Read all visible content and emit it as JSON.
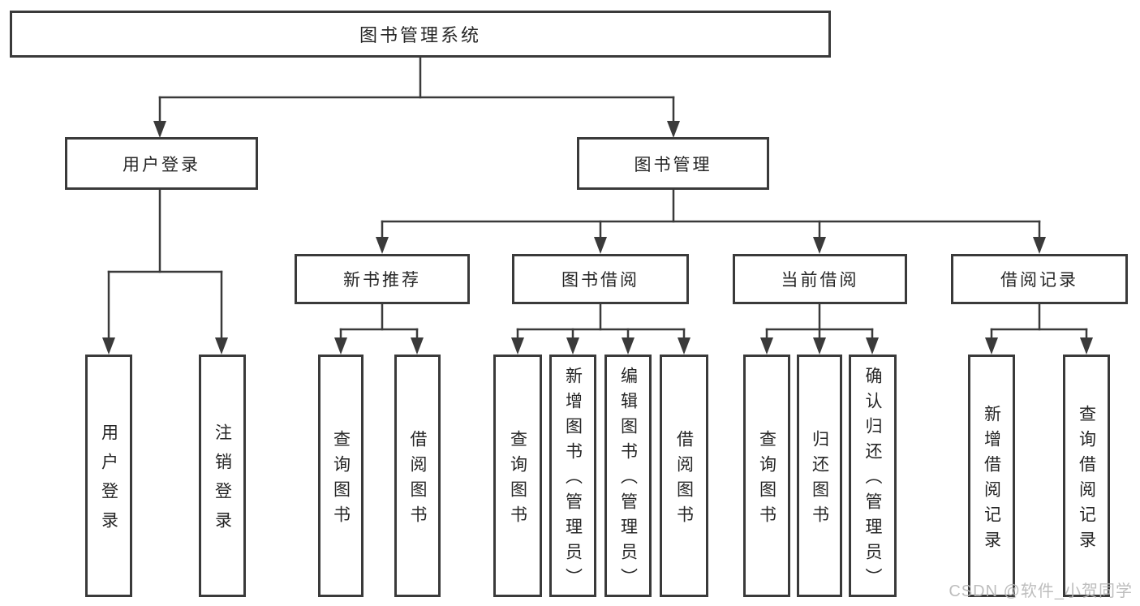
{
  "tree": {
    "root": {
      "label": "图书管理系统"
    },
    "level2": [
      {
        "label": "用户登录",
        "children": [
          {
            "label": "用户登录"
          },
          {
            "label": "注销登录"
          }
        ]
      },
      {
        "label": "图书管理",
        "children": [
          {
            "label": "新书推荐",
            "children": [
              {
                "label": "查询图书"
              },
              {
                "label": "借阅图书"
              }
            ]
          },
          {
            "label": "图书借阅",
            "children": [
              {
                "label": "查询图书"
              },
              {
                "label": "新增图书（管理员）"
              },
              {
                "label": "编辑图书（管理员）"
              },
              {
                "label": "借阅图书"
              }
            ]
          },
          {
            "label": "当前借阅",
            "children": [
              {
                "label": "查询图书"
              },
              {
                "label": "归还图书"
              },
              {
                "label": "确认归还（管理员）"
              }
            ]
          },
          {
            "label": "借阅记录",
            "children": [
              {
                "label": "新增借阅记录"
              },
              {
                "label": "查询借阅记录"
              }
            ]
          }
        ]
      }
    ]
  },
  "watermark": {
    "text": "CSDN @软件_小贺同学"
  },
  "colors": {
    "line": "#3a3a3a",
    "border": "#3a3a3a",
    "text": "#262626",
    "watermark": "#b8b8b8",
    "background": "#ffffff"
  }
}
